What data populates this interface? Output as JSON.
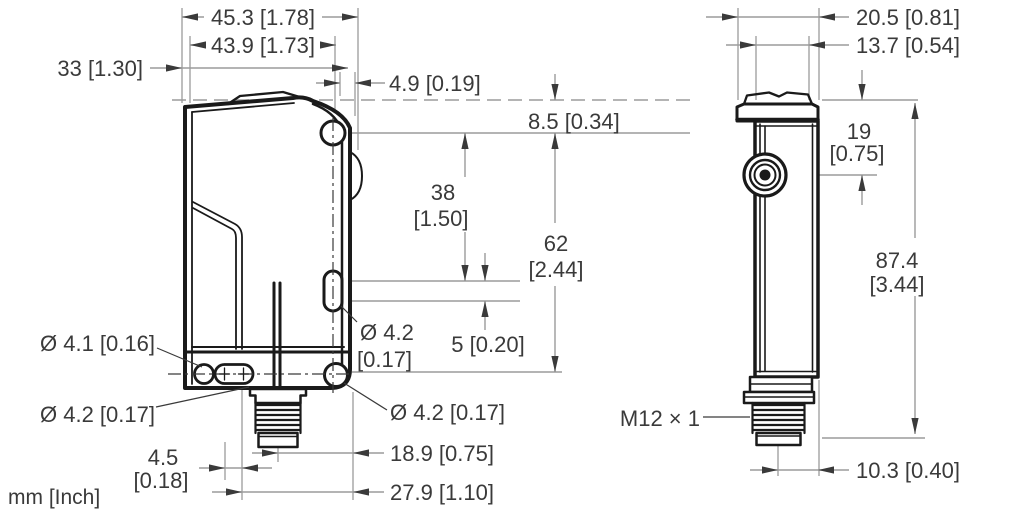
{
  "page": {
    "background": "#ffffff",
    "outline_color": "#1a1a1a",
    "dimension_line_color": "#9b9b9b",
    "text_color": "#3a3a3a"
  },
  "footer": {
    "units_label": "mm [Inch]"
  },
  "front_view": {
    "width_overall": "45.3 [1.78]",
    "width_body": "43.9 [1.73]",
    "depth": "33 [1.30]",
    "lens_width": "4.9 [0.19]",
    "hole_top_offset": "8.5 [0.34]",
    "hole_span_mm": "38",
    "hole_span_in": "[1.50]",
    "height_span_mm": "62",
    "height_span_in": "[2.44]",
    "slot_dia_mm": "Ø 4.2",
    "slot_dia_in": "[0.17]",
    "slot_length": "5 [0.20]",
    "hole_small_dia": "Ø 4.1 [0.16]",
    "hole_bl_dia": "Ø 4.2 [0.17]",
    "hole_br_dia": "Ø 4.2 [0.17]",
    "slot_offset_mm": "4.5",
    "slot_offset_in": "[0.18]",
    "connector_offset": "18.9 [0.75]",
    "edge_offset": "27.9 [1.10]"
  },
  "side_view": {
    "depth_overall": "20.5 [0.81]",
    "depth_body": "13.7 [0.54]",
    "pot_offset_mm": "19",
    "pot_offset_in": "[0.75]",
    "height_mm": "87.4",
    "height_in": "[3.44]",
    "thread_label": "M12 × 1",
    "connector_offset": "10.3 [0.40]"
  }
}
